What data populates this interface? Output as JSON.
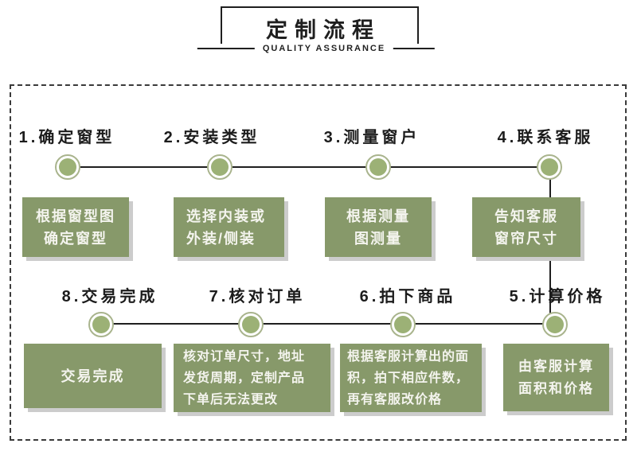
{
  "header": {
    "title": "定制流程",
    "subtitle": "QUALITY ASSURANCE"
  },
  "colors": {
    "box_green": "#87996a",
    "circle_fill": "#9cb176",
    "circle_ring": "#a9b48d",
    "line_black": "#1f1f1f",
    "shadow_gray": "#cccccc"
  },
  "steps": [
    {
      "label": "1.确定窗型",
      "box": "根据窗型图\n确定窗型"
    },
    {
      "label": "2.安装类型",
      "box": "选择内装或\n外装/侧装"
    },
    {
      "label": "3.测量窗户",
      "box": "根据测量\n图测量"
    },
    {
      "label": "4.联系客服",
      "box": "告知客服\n窗帘尺寸"
    },
    {
      "label": "5.计算价格",
      "box": "由客服计算\n面积和价格"
    },
    {
      "label": "6.拍下商品",
      "box": "根据客服计算出的面\n积，拍下相应件数，\n再有客服改价格"
    },
    {
      "label": "7.核对订单",
      "box": "核对订单尺寸，地址\n发货周期，定制产品\n下单后无法更改"
    },
    {
      "label": "8.交易完成",
      "box": "交易完成"
    }
  ]
}
